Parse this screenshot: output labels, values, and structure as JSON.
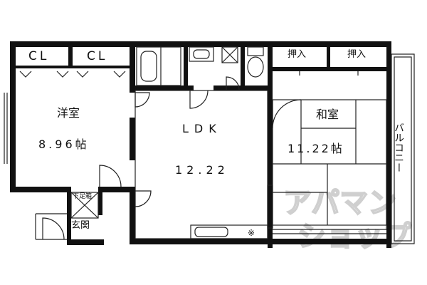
{
  "rooms": {
    "western": {
      "name": "洋室",
      "size": "8.96帖"
    },
    "ldk": {
      "name": "LDK",
      "size": "12.22"
    },
    "japanese": {
      "name": "和室",
      "size": "11.22帖"
    }
  },
  "storage": {
    "closet_1": "CL",
    "closet_2": "CL",
    "oshiire_1": "押入",
    "oshiire_2": "押入",
    "shoe_box": "下足箱"
  },
  "spaces": {
    "entrance": "玄関",
    "balcony": "バルコニー"
  },
  "watermark": {
    "line1": "アパマン",
    "line2": "ショップ"
  }
}
